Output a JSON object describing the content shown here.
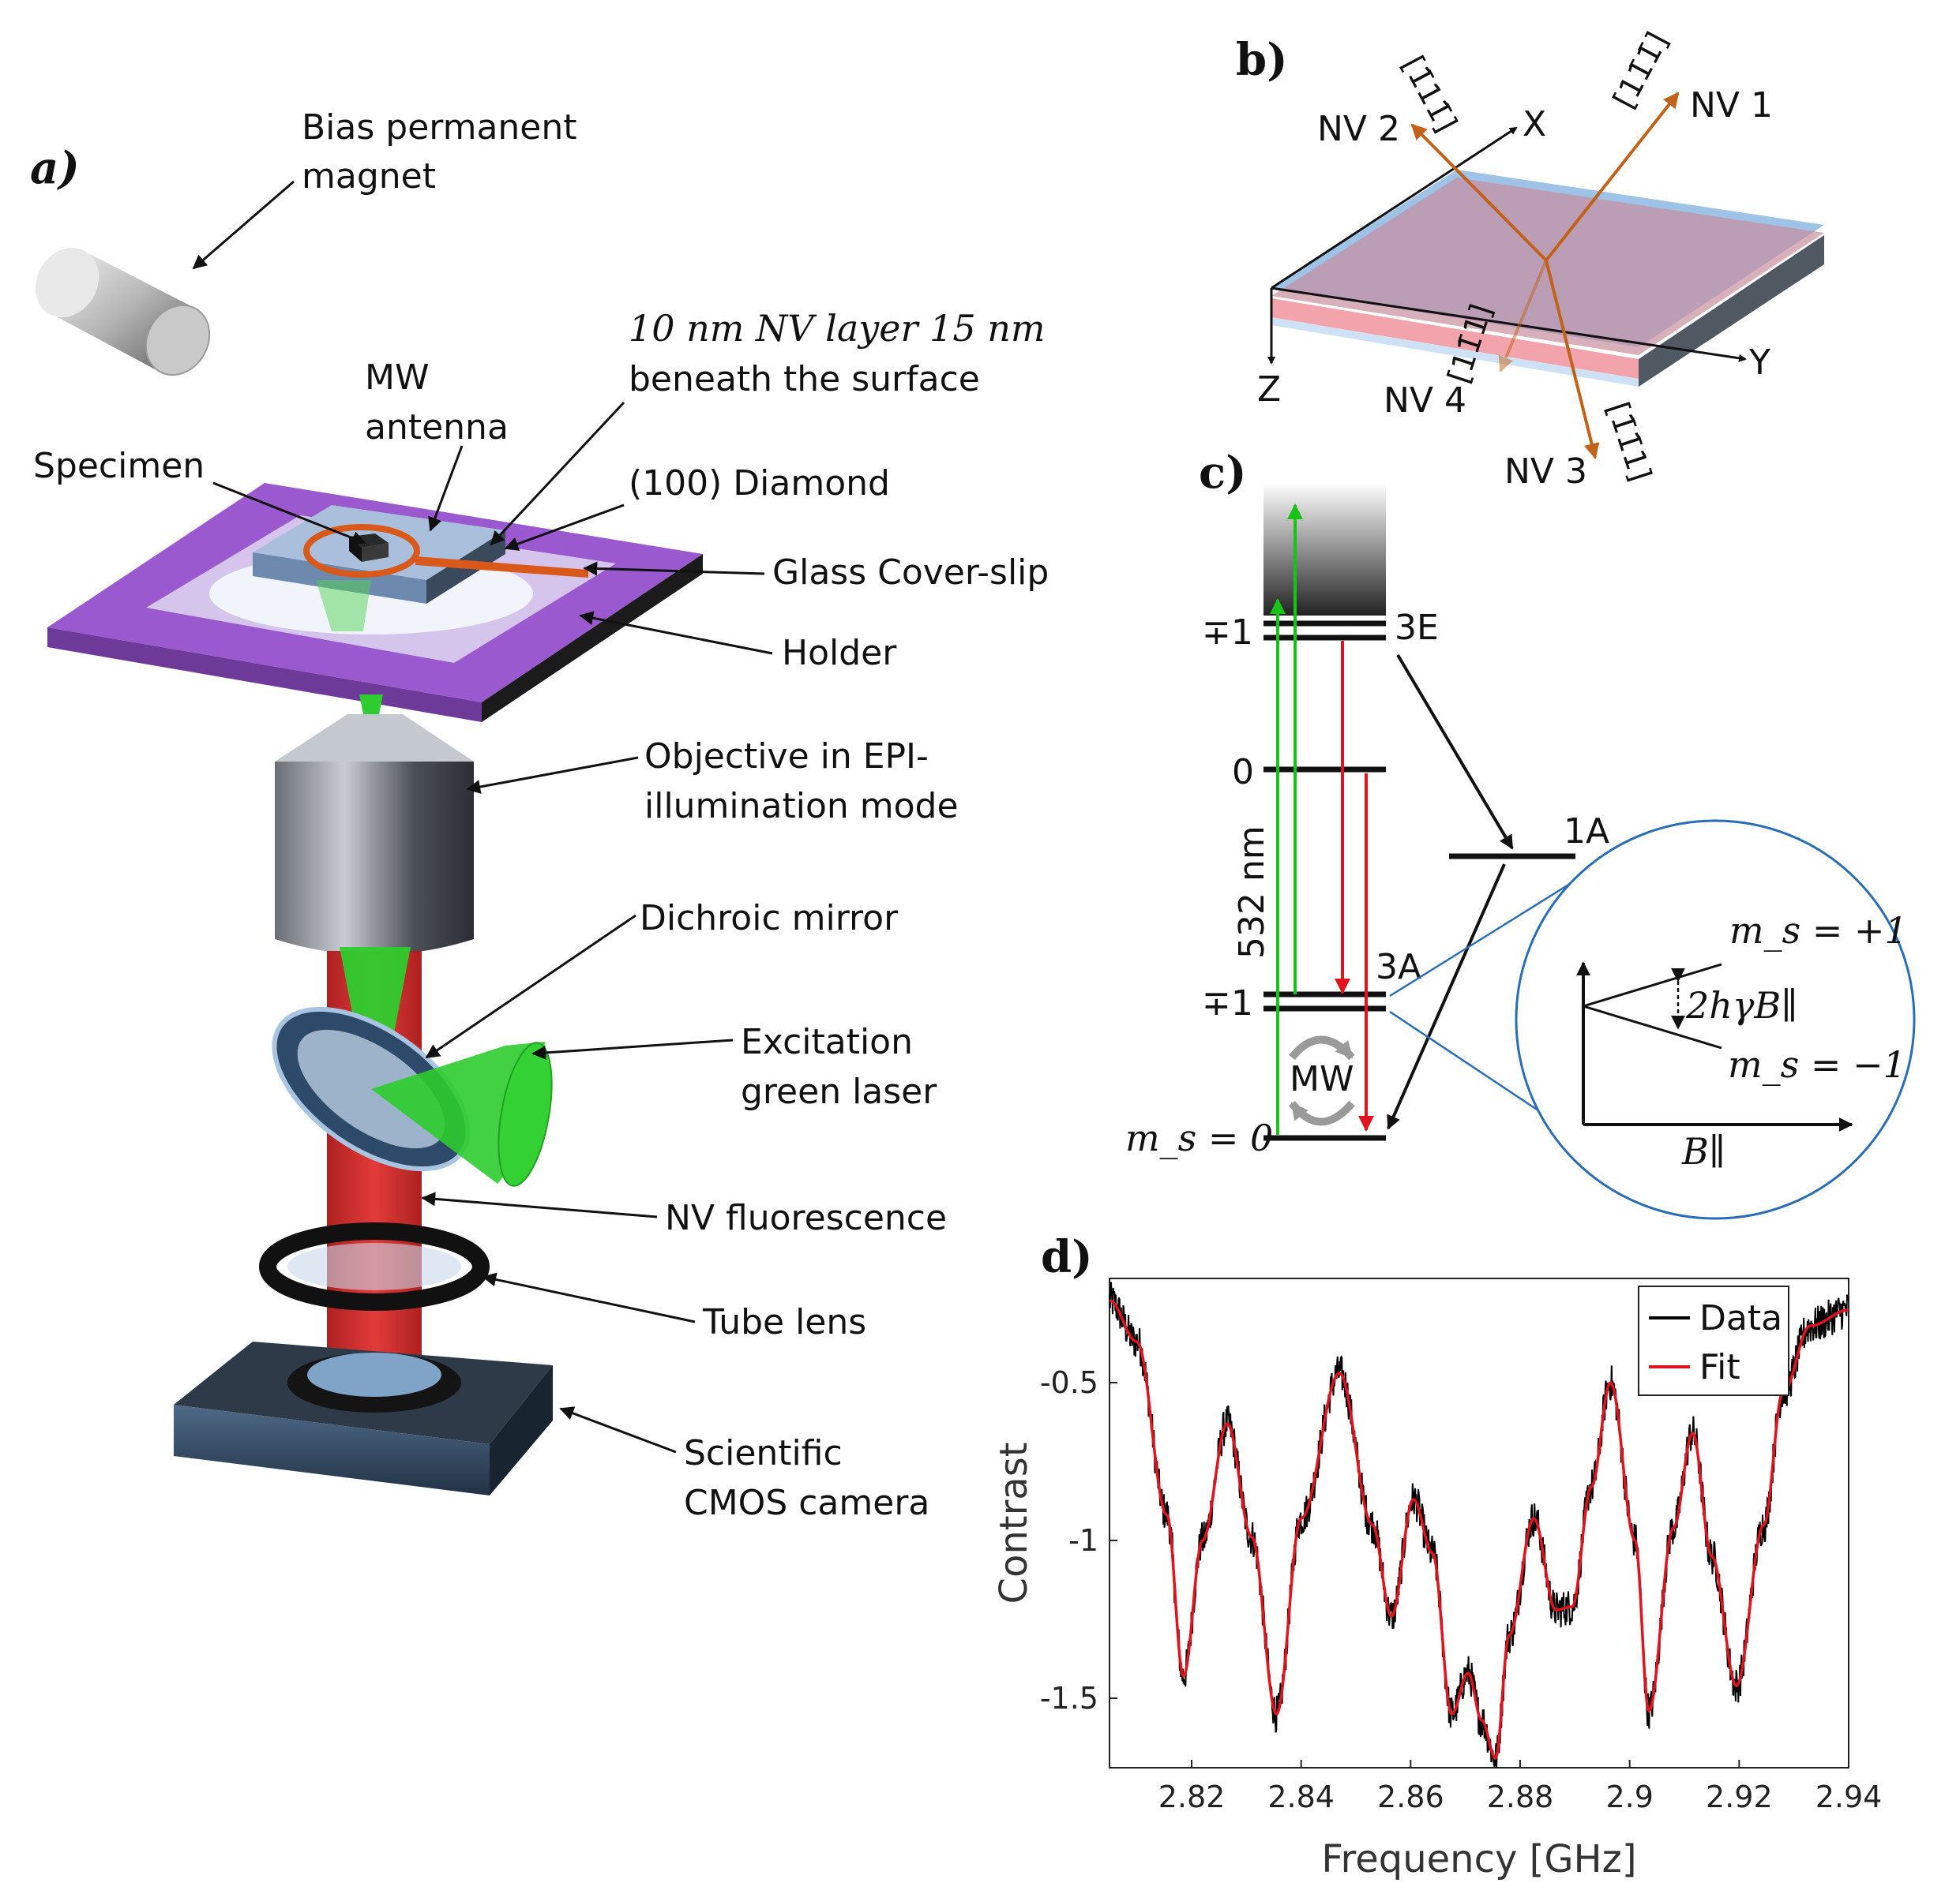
{
  "panel_a": {
    "panel_label": "a)",
    "labels": {
      "magnet_1": "Bias permanent",
      "magnet_2": "magnet",
      "nv_layer_1": "10 nm NV layer 15 nm",
      "nv_layer_2": "beneath the surface",
      "mw_1": "MW",
      "mw_2": "antenna",
      "specimen": "Specimen",
      "diamond": "(100) Diamond",
      "coverslip": "Glass Cover-slip",
      "holder": "Holder",
      "objective_1": "Objective in EPI-",
      "objective_2": "illumination mode",
      "dichroic": "Dichroic mirror",
      "laser_1": "Excitation",
      "laser_2": "green laser",
      "fluorescence": "NV fluorescence",
      "tube_lens": "Tube lens",
      "camera_1": "Scientific",
      "camera_2": "CMOS camera"
    }
  },
  "panel_b": {
    "panel_label": "b)",
    "axes": {
      "x": "X",
      "y": "Y",
      "z": "Z"
    },
    "nv": [
      {
        "name": "NV 1",
        "dir": "[11̄1̄]"
      },
      {
        "name": "NV 2",
        "dir": "[1̄11̄]"
      },
      {
        "name": "NV 3",
        "dir": "[1̄1̄1]"
      },
      {
        "name": "NV 4",
        "dir": "[11̄1]"
      }
    ]
  },
  "panel_c": {
    "panel_label": "c)",
    "levels": {
      "excited_pm": "∓1",
      "excited_state": "3E",
      "excited_zero": "0",
      "singlet": "1A",
      "ground_pm": "∓1",
      "ground_state": "3A",
      "ground_zero": "m_s = 0"
    },
    "laser_label": "532 nm",
    "mw_label": "MW",
    "inset": {
      "upper": "m_s = +1",
      "lower": "m_s = −1",
      "splitting": "2hγB∥",
      "x_axis": "B∥"
    },
    "colors": {
      "laser": "#19c219",
      "fluor": "#e0141e",
      "zoom": "#2a6db5"
    }
  },
  "panel_d": {
    "panel_label": "d)",
    "legend": {
      "data": "Data",
      "fit": "Fit"
    },
    "chart_data": {
      "type": "line",
      "xlabel": "Frequency [GHz]",
      "ylabel": "Contrast",
      "xlim": [
        2.805,
        2.94
      ],
      "ylim": [
        -1.72,
        -0.17
      ],
      "xticks": [
        "2.82",
        "2.84",
        "2.86",
        "2.88",
        "2.9",
        "2.92",
        "2.94"
      ],
      "yticks": [
        "-0.5",
        "-1",
        "-1.5"
      ],
      "series": [
        {
          "name": "Data",
          "color": "#000000"
        },
        {
          "name": "Fit",
          "color": "#e0141e",
          "x": [
            2.805,
            2.81,
            2.8155,
            2.8185,
            2.822,
            2.8265,
            2.831,
            2.8355,
            2.84,
            2.847,
            2.853,
            2.8565,
            2.8605,
            2.864,
            2.8675,
            2.8705,
            2.873,
            2.8755,
            2.878,
            2.8825,
            2.8865,
            2.8895,
            2.893,
            2.8965,
            2.901,
            2.9035,
            2.908,
            2.9115,
            2.915,
            2.9195,
            2.9245,
            2.928,
            2.933,
            2.94
          ],
          "y": [
            -0.24,
            -0.37,
            -0.92,
            -1.43,
            -1.0,
            -0.63,
            -0.99,
            -1.55,
            -0.93,
            -0.47,
            -0.95,
            -1.24,
            -0.87,
            -1.04,
            -1.55,
            -1.42,
            -1.57,
            -1.69,
            -1.3,
            -0.93,
            -1.22,
            -1.21,
            -0.83,
            -0.5,
            -1.0,
            -1.54,
            -0.96,
            -0.66,
            -1.05,
            -1.46,
            -0.95,
            -0.53,
            -0.32,
            -0.27
          ]
        }
      ]
    }
  }
}
